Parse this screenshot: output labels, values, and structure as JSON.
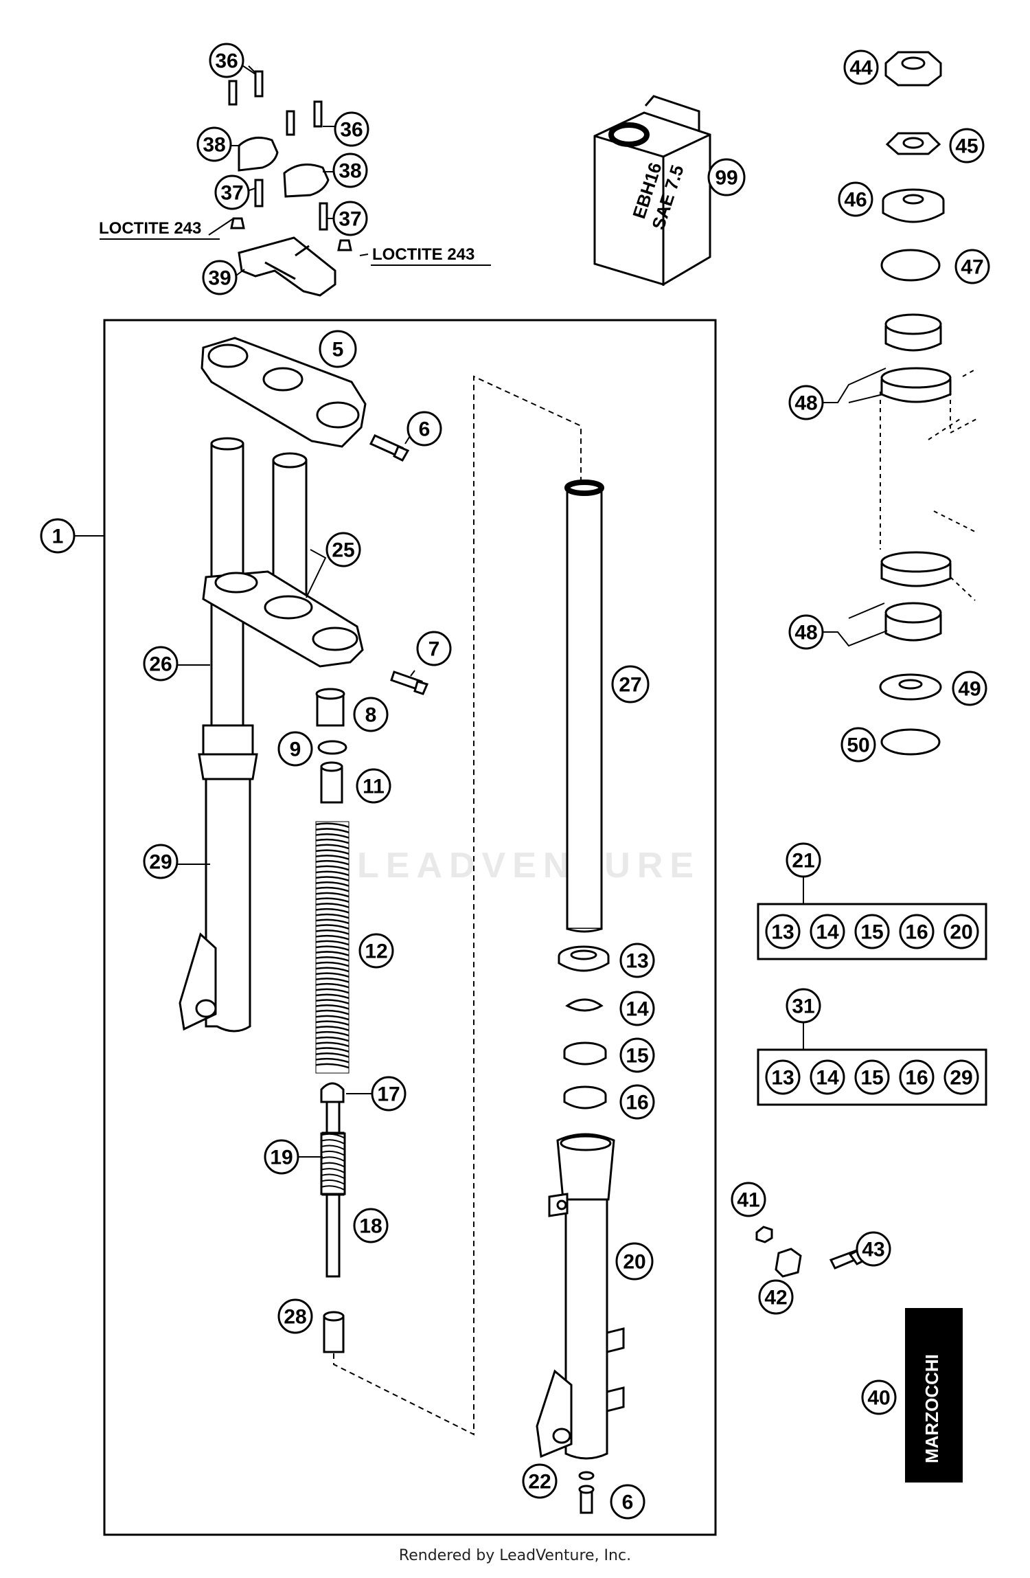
{
  "watermark": "LEADVENTURE",
  "footer": "Rendered by LeadVenture, Inc.",
  "labels": {
    "loctite_left": "LOCTITE 243",
    "loctite_right": "LOCTITE 243",
    "oil_line1": "EBH16",
    "oil_line2": "SAE 7.5",
    "brand": "MARZOCCHI"
  },
  "callouts": {
    "c36a": "36",
    "c36b": "36",
    "c38a": "38",
    "c38b": "38",
    "c37a": "37",
    "c37b": "37",
    "c39": "39",
    "c99": "99",
    "c44": "44",
    "c45": "45",
    "c46": "46",
    "c47": "47",
    "c48a": "48",
    "c48b": "48",
    "c49": "49",
    "c50": "50",
    "c1": "1",
    "c5": "5",
    "c6a": "6",
    "c25": "25",
    "c26": "26",
    "c7": "7",
    "c8": "8",
    "c9": "9",
    "c11": "11",
    "c12": "12",
    "c29": "29",
    "c27": "27",
    "c13": "13",
    "c14": "14",
    "c15": "15",
    "c16": "16",
    "c17": "17",
    "c19": "19",
    "c18": "18",
    "c28": "28",
    "c20": "20",
    "c22": "22",
    "c6b": "6",
    "c21": "21",
    "c31": "31",
    "c41": "41",
    "c42": "42",
    "c43": "43",
    "c40": "40"
  },
  "kits": {
    "kit21": [
      "13",
      "14",
      "15",
      "16",
      "20"
    ],
    "kit31": [
      "13",
      "14",
      "15",
      "16",
      "29"
    ]
  }
}
